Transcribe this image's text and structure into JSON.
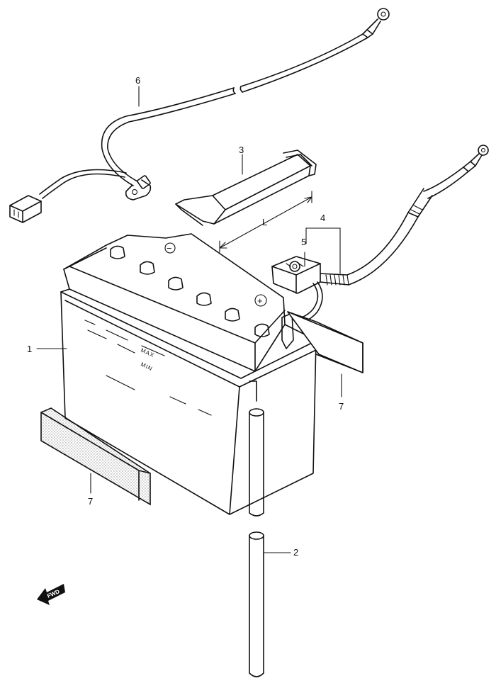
{
  "callouts": {
    "c1": "1",
    "c2": "2",
    "c3": "3",
    "c4": "4",
    "c5": "5",
    "c6": "6",
    "c7a": "7",
    "c7b": "7"
  },
  "dimension_label": "L",
  "battery": {
    "max_label": "MAX",
    "min_label": "MIN",
    "minus_symbol": "−",
    "plus_symbol": "+"
  },
  "fwd_label": "FWD"
}
